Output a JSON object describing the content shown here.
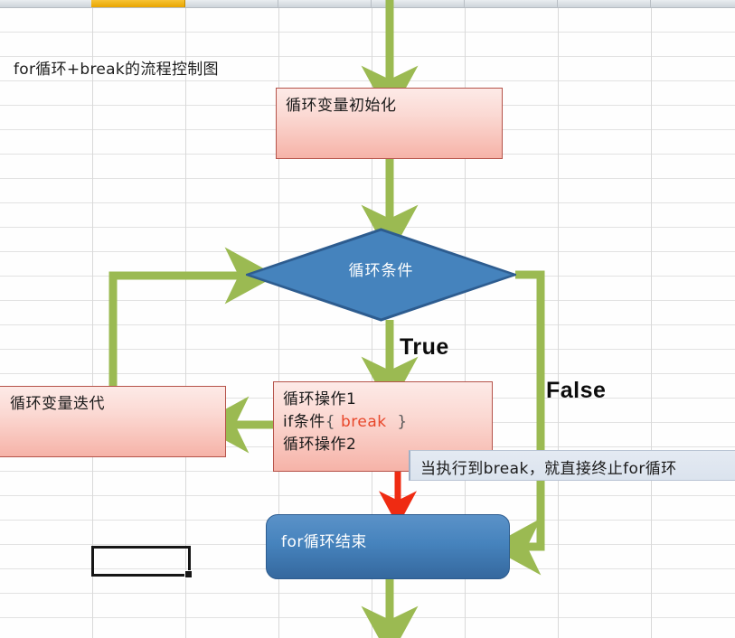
{
  "document": {
    "app": "spreadsheet",
    "title_note": "for循环+break的流程控制图"
  },
  "sheet": {
    "selected_column_header": "",
    "selected_cell_value": ""
  },
  "flowchart": {
    "type": "flowchart",
    "caption": "for循环+break的流程控制图",
    "nodes": [
      {
        "id": "init",
        "shape": "process",
        "label": "循环变量初始化"
      },
      {
        "id": "cond",
        "shape": "decision",
        "label": "循环条件"
      },
      {
        "id": "body",
        "shape": "process",
        "line1": "循环操作1",
        "line2_pre": "if条件",
        "line2_brace_open": "{",
        "line2_keyword": "break",
        "line2_brace_close": "}",
        "line3": "循环操作2"
      },
      {
        "id": "iter",
        "shape": "process",
        "label": "循环变量迭代"
      },
      {
        "id": "end",
        "shape": "terminator",
        "label": "for循环结束"
      }
    ],
    "edge_labels": {
      "true": "True",
      "false": "False"
    },
    "annotation": {
      "id": "break-callout",
      "text": "当执行到break，就直接终止for循环"
    },
    "colors": {
      "process_fill": "#f6b3a8",
      "process_border": "#b5534a",
      "decision_fill": "#4683bd",
      "decision_border": "#2d5c8f",
      "terminator_fill": "#4683bd",
      "arrow_green": "#9bba52",
      "arrow_red": "#ef2b12",
      "callout_fill": "#dbe3ee",
      "header_selected": "#e8a400"
    }
  }
}
